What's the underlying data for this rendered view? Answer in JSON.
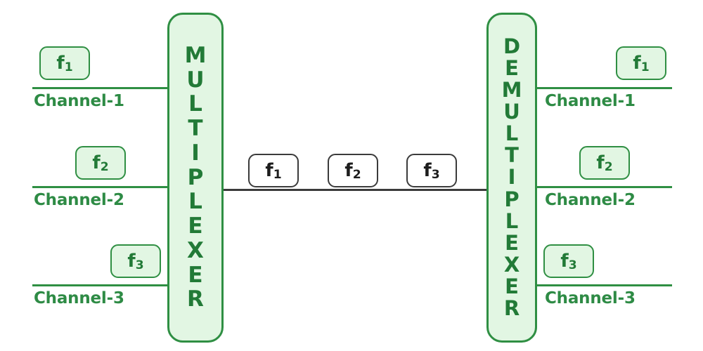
{
  "diagram": {
    "title": "Multiplexer and Demultiplexer channel diagram",
    "colors": {
      "green_border": "#2f8f43",
      "green_fill": "#e2f6e3",
      "green_text": "#227a37",
      "label_text": "#2e8b45",
      "dark_line": "#3b3b3b",
      "dark_box_border": "#3b3b3b",
      "background": "#ffffff"
    }
  },
  "multiplexer": {
    "label": "MULTIPLEXER",
    "letters": [
      "M",
      "U",
      "L",
      "T",
      "I",
      "P",
      "L",
      "E",
      "X",
      "E",
      "R"
    ]
  },
  "demultiplexer": {
    "label": "DEMULTIPLEXER",
    "letters": [
      "D",
      "E",
      "M",
      "U",
      "L",
      "T",
      "I",
      "P",
      "L",
      "E",
      "X",
      "E",
      "R"
    ]
  },
  "input_channels": [
    {
      "name": "Channel-1",
      "signal_base": "f",
      "signal_sub": "1",
      "signal": "f1"
    },
    {
      "name": "Channel-2",
      "signal_base": "f",
      "signal_sub": "2",
      "signal": "f2"
    },
    {
      "name": "Channel-3",
      "signal_base": "f",
      "signal_sub": "3",
      "signal": "f3"
    }
  ],
  "output_channels": [
    {
      "name": "Channel-1",
      "signal_base": "f",
      "signal_sub": "1",
      "signal": "f1"
    },
    {
      "name": "Channel-2",
      "signal_base": "f",
      "signal_sub": "2",
      "signal": "f2"
    },
    {
      "name": "Channel-3",
      "signal_base": "f",
      "signal_sub": "3",
      "signal": "f3"
    }
  ],
  "trunk_signals": [
    {
      "signal_base": "f",
      "signal_sub": "1",
      "signal": "f1"
    },
    {
      "signal_base": "f",
      "signal_sub": "2",
      "signal": "f2"
    },
    {
      "signal_base": "f",
      "signal_sub": "3",
      "signal": "f3"
    }
  ]
}
